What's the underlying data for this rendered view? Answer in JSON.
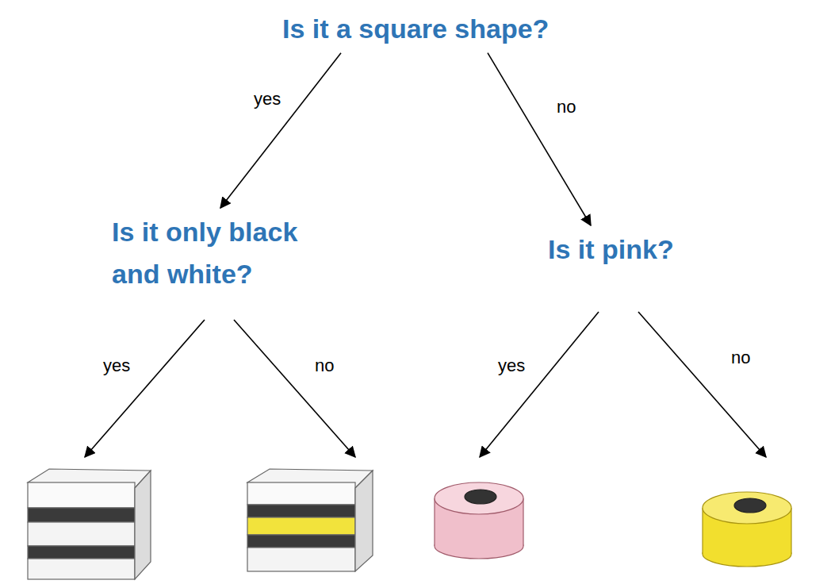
{
  "diagram": {
    "nodes": [
      {
        "text": [
          "Is it a square shape?"
        ]
      },
      {
        "text": [
          "Is it only black and white?"
        ]
      },
      {
        "text": [
          "Is it pink?"
        ]
      }
    ],
    "edges": [
      {
        "from": 0,
        "to": 1,
        "arrow": "to",
        "label": "yes"
      },
      {
        "from": 0,
        "to": 2,
        "arrow": "to",
        "label": "no"
      }
    ],
    "labels": [
      "yes",
      "no",
      "yes",
      "no"
    ]
  }
}
